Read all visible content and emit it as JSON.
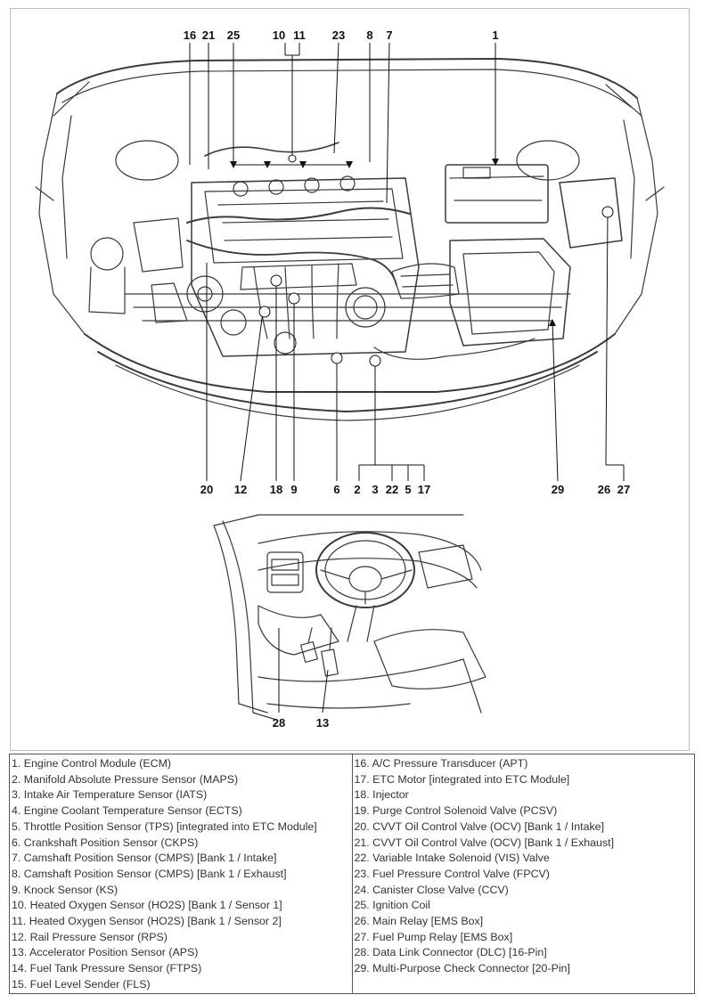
{
  "diagram": {
    "engine_callouts": {
      "top": [
        "16",
        "21",
        "25",
        "10",
        "11",
        "23",
        "8",
        "7",
        "1"
      ],
      "bottom": [
        "20",
        "12",
        "18",
        "9",
        "6",
        "2",
        "3",
        "22",
        "5",
        "17",
        "29",
        "26",
        "27"
      ]
    },
    "interior_callouts": [
      "28",
      "13"
    ]
  },
  "legend": {
    "left": [
      "1. Engine Control Module (ECM)",
      "2. Manifold Absolute Pressure Sensor (MAPS)",
      "3. Intake Air Temperature Sensor (IATS)",
      "4. Engine Coolant Temperature Sensor (ECTS)",
      "5. Throttle Position Sensor (TPS) [integrated into ETC Module]",
      "6. Crankshaft Position Sensor (CKPS)",
      "7. Camshaft Position Sensor (CMPS) [Bank 1 / Intake]",
      "8. Camshaft Position Sensor (CMPS) [Bank 1 / Exhaust]",
      "9. Knock Sensor (KS)",
      "10. Heated Oxygen Sensor (HO2S) [Bank 1 / Sensor 1]",
      "11. Heated Oxygen Sensor (HO2S) [Bank 1 / Sensor 2]",
      "12. Rail Pressure Sensor (RPS)",
      "13. Accelerator Position Sensor (APS)",
      "14. Fuel Tank Pressure Sensor (FTPS)",
      "15. Fuel Level Sender (FLS)"
    ],
    "right": [
      "16. A/C Pressure Transducer (APT)",
      "17. ETC Motor [integrated into ETC Module]",
      "18. Injector",
      "19. Purge Control Solenoid Valve (PCSV)",
      "20. CVVT Oil Control Valve (OCV) [Bank 1 / Intake]",
      "21. CVVT Oil Control Valve (OCV) [Bank 1 / Exhaust]",
      "22. Variable Intake Solenoid (VIS) Valve",
      "23. Fuel Pressure Control Valve (FPCV)",
      "24. Canister Close Valve (CCV)",
      "25. Ignition Coil",
      "26. Main Relay [EMS Box]",
      "27. Fuel Pump Relay [EMS Box]",
      "28. Data Link Connector (DLC) [16-Pin]",
      "29. Multi-Purpose Check Connector [20-Pin]"
    ]
  }
}
